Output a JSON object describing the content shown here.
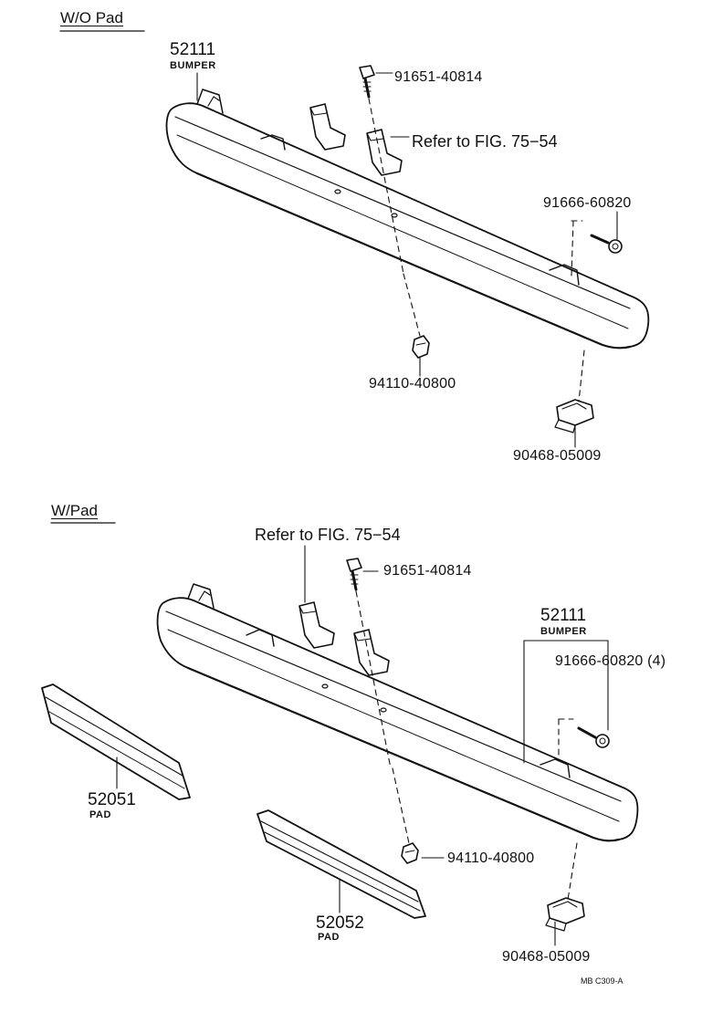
{
  "sections": {
    "top_title": "W/O Pad",
    "bottom_title": "W/Pad"
  },
  "top": {
    "bumper_number": "52111",
    "bumper_name": "BUMPER",
    "bolt_number": "91651-40814",
    "bracket_ref": "Refer to FIG. 75−54",
    "screw_number": "91666-60820",
    "nut_number": "94110-40800",
    "clip_number": "90468-05009"
  },
  "bottom": {
    "bracket_ref": "Refer to FIG. 75−54",
    "bolt_number": "91651-40814",
    "bumper_number": "52111",
    "bumper_name": "BUMPER",
    "screw_number": "91666-60820 (4)",
    "pad_left_number": "52051",
    "pad_left_name": "PAD",
    "pad_right_number": "52052",
    "pad_right_name": "PAD",
    "nut_number": "94110-40800",
    "clip_number": "90468-05009"
  },
  "figure_code": "MB C309-A",
  "colors": {
    "ink": "#111111",
    "paper": "#ffffff"
  }
}
